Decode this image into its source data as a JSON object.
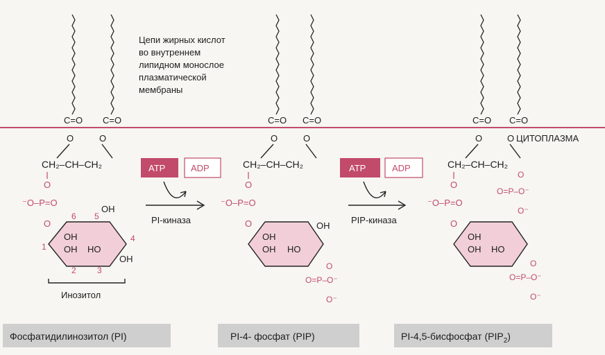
{
  "membrane_note": [
    "Цепи жирных кислот",
    "во внутреннем",
    "липидном монослое",
    "плазматической",
    "мембраны"
  ],
  "cytoplasm_label": "ЦИТОПЛАЗМА",
  "ester_label": "C=O",
  "o_label": "O",
  "glycerol_label": "CH₂–CH–CH₂",
  "oh_label": "OH",
  "ho_label": "HO",
  "phosphate_top": "O",
  "phosphate_mid": "⁻O–P=O",
  "phosphate_bottom": "O",
  "phospho_group": "O=P–O⁻",
  "phospho_ominus": "O⁻",
  "ring_numbers": [
    "1",
    "2",
    "3",
    "4",
    "5",
    "6"
  ],
  "inositol_label": "Инозитол",
  "atp_label": "ATP",
  "adp_label": "ADP",
  "enzyme1": "PI-киназа",
  "enzyme2": "PIP-киназа",
  "molecule_names": [
    "Фосфатидилинозитол (PI)",
    "PI-4- фосфат (PIP)",
    "PI-4,5-бисфосфат (PIP"
  ],
  "pip2_subscript": "2",
  "colors": {
    "phosphate": "#c24a6a",
    "atp_fill": "#c24a6a",
    "membrane": "#c24a6a",
    "label_bg": "#cfcfcf"
  }
}
